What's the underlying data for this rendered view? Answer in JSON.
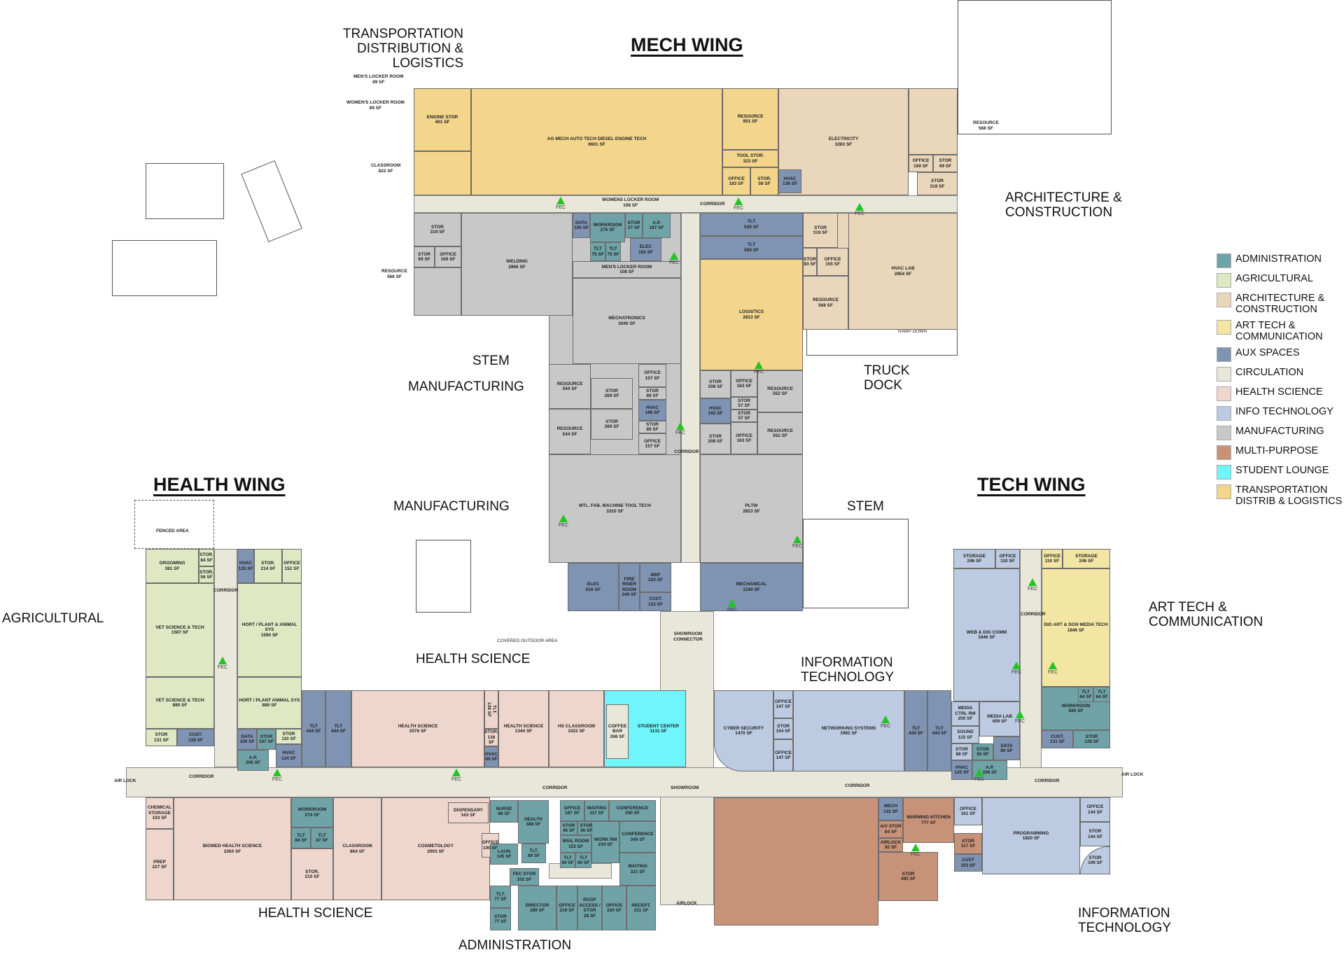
{
  "colors": {
    "admin": "#6fa3a8",
    "agri": "#dfe7c3",
    "arch": "#ead6bb",
    "art": "#f3e6a4",
    "aux": "#7f93b2",
    "circ": "#e9e6da",
    "health": "#efd6cd",
    "it": "#bccbe1",
    "mfg": "#c8c8c8",
    "multi": "#c89279",
    "lounge": "#6ff5fb",
    "trans": "#f3d58c"
  },
  "legend": [
    {
      "key": "admin",
      "label": "ADMINISTRATION"
    },
    {
      "key": "agri",
      "label": "AGRICULTURAL"
    },
    {
      "key": "arch",
      "label": "ARCHITECTURE &\nCONSTRUCTION"
    },
    {
      "key": "art",
      "label": "ART TECH &\nCOMMUNICATION"
    },
    {
      "key": "aux",
      "label": "AUX SPACES"
    },
    {
      "key": "circ",
      "label": "CIRCULATION"
    },
    {
      "key": "health",
      "label": "HEALTH SCIENCE"
    },
    {
      "key": "it",
      "label": "INFO TECHNOLOGY"
    },
    {
      "key": "mfg",
      "label": "MANUFACTURING"
    },
    {
      "key": "multi",
      "label": "MULTI-PURPOSE"
    },
    {
      "key": "lounge",
      "label": "STUDENT LOUNGE"
    },
    {
      "key": "trans",
      "label": "TRANSPORTATION\nDISTRIB & LOGISTICS"
    }
  ],
  "wings": {
    "mech": "MECH WING",
    "health": "HEALTH WING",
    "tech": "TECH WING"
  },
  "area_labels": {
    "transportation": "TRANSPORTATION\nDISTRIBUTION &\nLOGISTICS",
    "architecture": "ARCHITECTURE &\nCONSTRUCTION",
    "stem_1": "STEM",
    "manufacturing_1": "MANUFACTURING",
    "truck_dock": "TRUCK\nDOCK",
    "manufacturing_2": "MANUFACTURING",
    "stem_2": "STEM",
    "agricultural": "AGRICULTURAL",
    "art_tech": "ART TECH &\nCOMMUNICATION",
    "health_science_1": "HEALTH SCIENCE",
    "information_technology_1": "INFORMATION\nTECHNOLOGY",
    "health_science_2": "HEALTH SCIENCE",
    "administration": "ADMINISTRATION",
    "information_technology_2": "INFORMATION\nTECHNOLOGY"
  },
  "annotations": {
    "mens_locker": "MEN'S LOCKER ROOM\n89 SF",
    "womens_locker": "WOMEN'S LOCKER ROOM\n89 SF",
    "classroom": "CLASSROOM\n822 SF",
    "resource_mech": "RESOURCE\n568 SF",
    "resource_weld": "RESOURCE\n568 SF",
    "womens_locker_corr": "WOMENS LOCKER ROOM\n108 SF",
    "ramp_down": "RAMP DOWN",
    "fenced_area": "FENCED AREA",
    "covered_outdoor": "COVERED OUTDOOR AREA",
    "showroom_connector": "SHOWROOM\nCONNECTOR",
    "showroom": "SHOWROOM",
    "airlock_bottom": "AIRLOCK",
    "air_lock_left": "AIR LOCK",
    "air_lock_right": "AIR LOCK",
    "corridor": "CORRIDOR",
    "fec": "FEC"
  },
  "rooms": [
    {
      "name": "ENGINE STOR",
      "area": "401 SF",
      "cat": "trans"
    },
    {
      "name": "",
      "area": "",
      "cat": "trans"
    },
    {
      "name": "AG MECH AUTO TECH DIESEL ENGINE TECH",
      "area": "6601 SF",
      "cat": "trans"
    },
    {
      "name": "RESOURCE",
      "area": "851 SF",
      "cat": "trans"
    },
    {
      "name": "TOOL STOR.",
      "area": "323 SF",
      "cat": "trans"
    },
    {
      "name": "OFFICE",
      "area": "183 SF",
      "cat": "trans"
    },
    {
      "name": "STOR.",
      "area": "58 SF",
      "cat": "trans"
    },
    {
      "name": "ELECTRICITY",
      "area": "3283 SF",
      "cat": "arch"
    },
    {
      "name": "HVAC",
      "area": "136 SF",
      "cat": "aux"
    },
    {
      "name": "",
      "area": "",
      "cat": "arch"
    },
    {
      "name": "OFFICE",
      "area": "169 SF",
      "cat": "arch"
    },
    {
      "name": "STOR",
      "area": "69 SF",
      "cat": "arch"
    },
    {
      "name": "STOR",
      "area": "319 SF",
      "cat": "arch"
    },
    {
      "name": "STOR",
      "area": "319 SF",
      "cat": "mfg"
    },
    {
      "name": "STOR",
      "area": "69 SF",
      "cat": "mfg"
    },
    {
      "name": "OFFICE",
      "area": "169 SF",
      "cat": "mfg"
    },
    {
      "name": "",
      "area": "",
      "cat": "mfg"
    },
    {
      "name": "WELDING",
      "area": "2866 SF",
      "cat": "mfg"
    },
    {
      "name": "DATA",
      "area": "100 SF",
      "cat": "aux"
    },
    {
      "name": "WORKROOM",
      "area": "276 SF",
      "cat": "admin"
    },
    {
      "name": "STOR",
      "area": "27 SF",
      "cat": "admin"
    },
    {
      "name": "A.P.",
      "area": "187 SF",
      "cat": "admin"
    },
    {
      "name": "TLT",
      "area": "75 SF",
      "cat": "admin"
    },
    {
      "name": "TLT",
      "area": "75 SF",
      "cat": "admin"
    },
    {
      "name": "ELEC",
      "area": "183 SF",
      "cat": "aux"
    },
    {
      "name": "MEN'S LOCKER ROOM",
      "area": "108 SF",
      "cat": "mfg"
    },
    {
      "name": "MECHATRONICS",
      "area": "3040 SF",
      "cat": "mfg"
    },
    {
      "name": "RESOURCE",
      "area": "544 SF",
      "cat": "mfg"
    },
    {
      "name": "RESOURCE",
      "area": "544 SF",
      "cat": "mfg"
    },
    {
      "name": "STOR",
      "area": "269 SF",
      "cat": "mfg"
    },
    {
      "name": "STOR",
      "area": "269 SF",
      "cat": "mfg"
    },
    {
      "name": "OFFICE",
      "area": "157 SF",
      "cat": "mfg"
    },
    {
      "name": "STOR",
      "area": "89 SF",
      "cat": "mfg"
    },
    {
      "name": "HVAC",
      "area": "186 SF",
      "cat": "aux"
    },
    {
      "name": "STOR",
      "area": "89 SF",
      "cat": "mfg"
    },
    {
      "name": "OFFICE",
      "area": "157 SF",
      "cat": "mfg"
    },
    {
      "name": "MTL. FAB. MACHINE TOOL TECH",
      "area": "3310 SF",
      "cat": "mfg"
    },
    {
      "name": "ELEC",
      "area": "616 SF",
      "cat": "aux"
    },
    {
      "name": "FIRE RISER ROOM",
      "area": "240 SF",
      "cat": "aux"
    },
    {
      "name": "MDF",
      "area": "220 SF",
      "cat": "aux"
    },
    {
      "name": "CUST.",
      "area": "122 SF",
      "cat": "aux"
    },
    {
      "name": "TLT",
      "area": "530 SF",
      "cat": "aux"
    },
    {
      "name": "TLT",
      "area": "550 SF",
      "cat": "aux"
    },
    {
      "name": "LOGISTICS",
      "area": "2813 SF",
      "cat": "trans"
    },
    {
      "name": "STOR",
      "area": "208 SF",
      "cat": "mfg"
    },
    {
      "name": "HVAC",
      "area": "192 SF",
      "cat": "aux"
    },
    {
      "name": "STOR",
      "area": "208 SF",
      "cat": "mfg"
    },
    {
      "name": "OFFICE",
      "area": "163 SF",
      "cat": "mfg"
    },
    {
      "name": "STOR",
      "area": "57 SF",
      "cat": "mfg"
    },
    {
      "name": "STOR",
      "area": "57 SF",
      "cat": "mfg"
    },
    {
      "name": "OFFICE",
      "area": "163 SF",
      "cat": "mfg"
    },
    {
      "name": "RESOURCE",
      "area": "552 SF",
      "cat": "mfg"
    },
    {
      "name": "RESOURCE",
      "area": "552 SF",
      "cat": "mfg"
    },
    {
      "name": "PLTW",
      "area": "2823 SF",
      "cat": "mfg"
    },
    {
      "name": "MECHANICAL",
      "area": "1240 SF",
      "cat": "aux"
    },
    {
      "name": "STOR",
      "area": "319 SF",
      "cat": "arch"
    },
    {
      "name": "STOR",
      "area": "83 SF",
      "cat": "arch"
    },
    {
      "name": "OFFICE",
      "area": "155 SF",
      "cat": "arch"
    },
    {
      "name": "RESOURCE",
      "area": "568 SF",
      "cat": "arch"
    },
    {
      "name": "HVAC LAB",
      "area": "2854 SF",
      "cat": "arch"
    },
    {
      "name": "GROOMING",
      "area": "381 SF",
      "cat": "agri"
    },
    {
      "name": "STOR.",
      "area": "84 SF",
      "cat": "agri"
    },
    {
      "name": "STOR.",
      "area": "56 SF",
      "cat": "agri"
    },
    {
      "name": "VET SCIENCE & TECH",
      "area": "1587 SF",
      "cat": "agri"
    },
    {
      "name": "VET SCIENCE & TECH",
      "area": "880 SF",
      "cat": "agri"
    },
    {
      "name": "STOR",
      "area": "131 SF",
      "cat": "agri"
    },
    {
      "name": "CUST.",
      "area": "128 SF",
      "cat": "aux"
    },
    {
      "name": "HVAC",
      "area": "125 SF",
      "cat": "aux"
    },
    {
      "name": "STOR.",
      "area": "214 SF",
      "cat": "agri"
    },
    {
      "name": "OFFICE",
      "area": "152 SF",
      "cat": "agri"
    },
    {
      "name": "HORT / PLANT & ANIMAL SYS",
      "area": "1590 SF",
      "cat": "agri"
    },
    {
      "name": "HORT / PLANT ANIMAL SYS",
      "area": "880 SF",
      "cat": "agri"
    },
    {
      "name": "DATA",
      "area": "100 SF",
      "cat": "aux"
    },
    {
      "name": "STOR",
      "area": "107 SF",
      "cat": "admin"
    },
    {
      "name": "STOR",
      "area": "110 SF",
      "cat": "agri"
    },
    {
      "name": "A.P.",
      "area": "206 SF",
      "cat": "admin"
    },
    {
      "name": "HVAC",
      "area": "124 SF",
      "cat": "aux"
    },
    {
      "name": "TLT",
      "area": "444 SF",
      "cat": "aux"
    },
    {
      "name": "TLT",
      "area": "444 SF",
      "cat": "aux"
    },
    {
      "name": "HEALTH SCIENCE",
      "area": "2576 SF",
      "cat": "health"
    },
    {
      "name": "TLT.",
      "area": "139 SF",
      "cat": "health"
    },
    {
      "name": "STOR.",
      "area": "136 SF",
      "cat": "health"
    },
    {
      "name": "HVAC",
      "area": "69 SF",
      "cat": "aux"
    },
    {
      "name": "HEALTH SCIENCE",
      "area": "1344 SF",
      "cat": "health"
    },
    {
      "name": "HS CLASSROOM",
      "area": "1022 SF",
      "cat": "health"
    },
    {
      "name": "STUDENT CENTER",
      "area": "1131 SF",
      "cat": "lounge"
    },
    {
      "name": "COFFEE BAR",
      "area": "266 SF",
      "cat": "circ"
    },
    {
      "name": "CYBER SECURITY",
      "area": "1470 SF",
      "cat": "it"
    },
    {
      "name": "OFFICE",
      "area": "147 SF",
      "cat": "it"
    },
    {
      "name": "STOR",
      "area": "154 SF",
      "cat": "it"
    },
    {
      "name": "OFFICE",
      "area": "147 SF",
      "cat": "it"
    },
    {
      "name": "NETWORKING SYSTEMS",
      "area": "1992 SF",
      "cat": "it"
    },
    {
      "name": "TLT",
      "area": "444 SF",
      "cat": "aux"
    },
    {
      "name": "TLT",
      "area": "444 SF",
      "cat": "aux"
    },
    {
      "name": "MEDIA CTRL RM",
      "area": "250 SF",
      "cat": "it"
    },
    {
      "name": "MEDIA LAB",
      "area": "409 SF",
      "cat": "it"
    },
    {
      "name": "SOUND",
      "area": "115 SF",
      "cat": "it"
    },
    {
      "name": "STOR",
      "area": "88 SF",
      "cat": "it"
    },
    {
      "name": "STOR",
      "area": "65 SF",
      "cat": "admin"
    },
    {
      "name": "DATA",
      "area": "80 SF",
      "cat": "aux"
    },
    {
      "name": "HVAC",
      "area": "125 SF",
      "cat": "aux"
    },
    {
      "name": "A.P.",
      "area": "206 SF",
      "cat": "admin"
    },
    {
      "name": "STORAGE",
      "area": "246 SF",
      "cat": "it"
    },
    {
      "name": "OFFICE",
      "area": "110 SF",
      "cat": "it"
    },
    {
      "name": "WEB & DIG COMM",
      "area": "1846 SF",
      "cat": "it"
    },
    {
      "name": "OFFICE",
      "area": "110 SF",
      "cat": "art"
    },
    {
      "name": "STORAGE",
      "area": "246 SF",
      "cat": "art"
    },
    {
      "name": "DIG ART & DGN MEDIA TECH",
      "area": "1846 SF",
      "cat": "art"
    },
    {
      "name": "WORKROOM",
      "area": "586 SF",
      "cat": "admin"
    },
    {
      "name": "TLT",
      "area": "64 SF",
      "cat": "admin"
    },
    {
      "name": "TLT",
      "area": "64 SF",
      "cat": "admin"
    },
    {
      "name": "CUST.",
      "area": "131 SF",
      "cat": "aux"
    },
    {
      "name": "STOR",
      "area": "128 SF",
      "cat": "admin"
    },
    {
      "name": "CHEMICAL STORAGE",
      "area": "103 SF",
      "cat": "health"
    },
    {
      "name": "PREP",
      "area": "227 SF",
      "cat": "health"
    },
    {
      "name": "BIOMED HEALTH SCIENCE",
      "area": "2264 SF",
      "cat": "health"
    },
    {
      "name": "WORKROOM",
      "area": "274 SF",
      "cat": "admin"
    },
    {
      "name": "TLT",
      "area": "84 SF",
      "cat": "admin"
    },
    {
      "name": "TLT",
      "area": "87 SF",
      "cat": "admin"
    },
    {
      "name": "STOR.",
      "area": "210 SF",
      "cat": "health"
    },
    {
      "name": "CLASSROOM",
      "area": "864 SF",
      "cat": "health"
    },
    {
      "name": "COSMETOLOGY",
      "area": "2003 SF",
      "cat": "health"
    },
    {
      "name": "DISPENSARY",
      "area": "163 SF",
      "cat": "health"
    },
    {
      "name": "OFFICE",
      "area": "100 SF",
      "cat": "health"
    },
    {
      "name": "NURSE",
      "area": "86 SF",
      "cat": "admin"
    },
    {
      "name": "HEALTH",
      "area": "388 SF",
      "cat": "admin"
    },
    {
      "name": "LAUN",
      "area": "145 SF",
      "cat": "admin"
    },
    {
      "name": "TLT.",
      "area": "89 SF",
      "cat": "admin"
    },
    {
      "name": "FEC STOR",
      "area": "102 SF",
      "cat": "admin"
    },
    {
      "name": "TLT.",
      "area": "77 SF",
      "cat": "admin"
    },
    {
      "name": "STOR",
      "area": "77 SF",
      "cat": "admin"
    },
    {
      "name": "DIRECTOR",
      "area": "289 SF",
      "cat": "admin"
    },
    {
      "name": "OFFICE",
      "area": "219 SF",
      "cat": "admin"
    },
    {
      "name": "ROOF ACCESS / STOR",
      "area": "28 SF",
      "cat": "admin"
    },
    {
      "name": "OFFICE",
      "area": "220 SF",
      "cat": "admin"
    },
    {
      "name": "RECEPT.",
      "area": "211 SF",
      "cat": "admin"
    },
    {
      "name": "OFFICE",
      "area": "187 SF",
      "cat": "admin"
    },
    {
      "name": "WAITING",
      "area": "117 SF",
      "cat": "admin"
    },
    {
      "name": "CONFERENCE",
      "area": "290 SF",
      "cat": "admin"
    },
    {
      "name": "STOR",
      "area": "45 SF",
      "cat": "admin"
    },
    {
      "name": "STOR",
      "area": "36 SF",
      "cat": "admin"
    },
    {
      "name": "MAIL ROOM",
      "area": "153 SF",
      "cat": "admin"
    },
    {
      "name": "WORK RM",
      "area": "234 SF",
      "cat": "admin"
    },
    {
      "name": "CONFERENCE",
      "area": "349 SF",
      "cat": "admin"
    },
    {
      "name": "TLT",
      "area": "60 SF",
      "cat": "admin"
    },
    {
      "name": "TLT",
      "area": "60 SF",
      "cat": "admin"
    },
    {
      "name": "WAITING",
      "area": "321 SF",
      "cat": "admin"
    },
    {
      "name": "",
      "area": "",
      "cat": "multi"
    },
    {
      "name": "MECH",
      "area": "132 SF",
      "cat": "aux"
    },
    {
      "name": "WARMING KITCHEN",
      "area": "777 SF",
      "cat": "multi"
    },
    {
      "name": "A/V STOR",
      "area": "84 SF",
      "cat": "multi"
    },
    {
      "name": "AIRLOCK",
      "area": "92 SF",
      "cat": "multi"
    },
    {
      "name": "STOR",
      "area": "485 SF",
      "cat": "multi"
    },
    {
      "name": "OFFICE",
      "area": "161 SF",
      "cat": "it"
    },
    {
      "name": "STOR",
      "area": "117 SF",
      "cat": "multi"
    },
    {
      "name": "CUST",
      "area": "103 SF",
      "cat": "aux"
    },
    {
      "name": "PROGRAMMING",
      "area": "1820 SF",
      "cat": "it"
    },
    {
      "name": "OFFICE",
      "area": "144 SF",
      "cat": "it"
    },
    {
      "name": "STOR",
      "area": "144 SF",
      "cat": "it"
    },
    {
      "name": "STOR",
      "area": "106 SF",
      "cat": "it"
    }
  ]
}
